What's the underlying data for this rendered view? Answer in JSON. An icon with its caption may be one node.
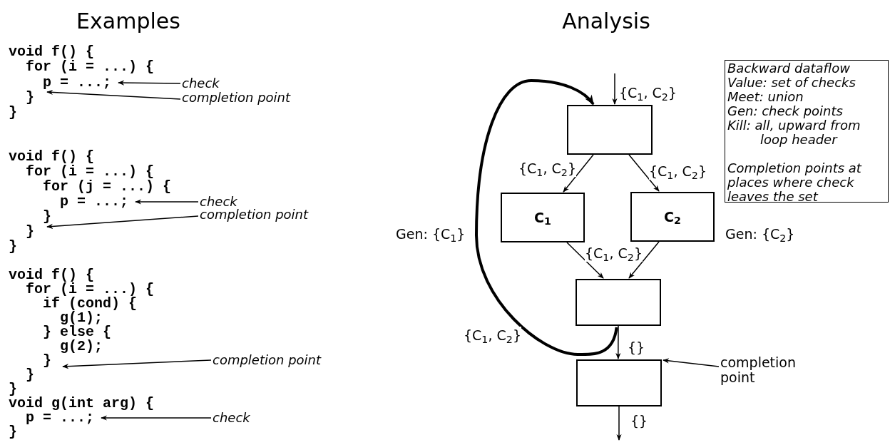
{
  "diagram": {
    "nodes": [
      {
        "text": [
          "p = ...;"
        ]
      },
      {
        "text": [
          "}"
        ]
      },
      {
        "text": [
          "check"
        ]
      },
      {
        "text": [
          "completion point"
        ]
      },
      {
        "text": [
          "p = ...;"
        ]
      },
      {
        "text": [
          "}"
        ]
      },
      {
        "text": [
          "check"
        ]
      },
      {
        "text": [
          "completion point"
        ]
      },
      {
        "text": [
          "}"
        ]
      },
      {
        "text": [
          "completion point"
        ]
      },
      {
        "text": [
          "p = ...;"
        ]
      },
      {
        "text": [
          "check"
        ]
      },
      {
        "text": [],
        "shape": "box"
      },
      {
        "text": [
          "C$_{1}$"
        ],
        "beside": [
          "Gen: {C$_{1}$}"
        ]
      },
      {
        "text": [
          "C$_{2}$"
        ],
        "beside": [
          "Gen: {C$_{2}$}"
        ]
      },
      {
        "text": [],
        "shape": "box"
      },
      {
        "text": [],
        "shape": "box"
      },
      {
        "text": [
          "completion point"
        ]
      },
      {
        "text": [
          "Backward dataflow",
          "Value: set of checks",
          "Meet: union",
          "Gen: check points",
          "Kill: all, upward from loop header",
          "Completion points at places where check leaves the set"
        ]
      }
    ],
    "edges": [
      {
        "from": 2,
        "to": 0,
        "arrow": "to"
      },
      {
        "from": 3,
        "to": 1,
        "arrow": "to"
      },
      {
        "from": 6,
        "to": 4,
        "arrow": "to"
      },
      {
        "from": 7,
        "to": 5,
        "arrow": "to"
      },
      {
        "from": 9,
        "to": 8,
        "arrow": "to"
      },
      {
        "from": 11,
        "to": 10,
        "arrow": "to"
      },
      {
        "from": null,
        "to": 12,
        "arrow": "to",
        "label": "{C$_{1}$, C$_{2}$}"
      },
      {
        "from": 12,
        "to": 13,
        "arrow": "to",
        "label": "{C$_{1}$, C$_{2}$}"
      },
      {
        "from": 12,
        "to": 14,
        "arrow": "to",
        "label": "{C$_{1}$, C$_{2}$}"
      },
      {
        "from": 13,
        "to": 15,
        "arrow": "to",
        "label": "{C$_{1}$, C$_{2}$}"
      },
      {
        "from": 14,
        "to": 15,
        "arrow": "to"
      },
      {
        "from": 15,
        "to": 16,
        "arrow": "to",
        "label": "{}"
      },
      {
        "from": 16,
        "to": null,
        "arrow": "to",
        "label": "{}"
      },
      {
        "from": 15,
        "to": 12,
        "arrow": "to",
        "label": "{C$_{1}$, C$_{2}$}",
        "style": "thick"
      },
      {
        "from": 17,
        "to": 16,
        "arrow": "to"
      }
    ],
    "labels": [
      "Examples",
      "Analysis",
      "void f() {",
      "for (i = ...) {",
      "}",
      "void f() {",
      "for (i = ...) {",
      "for (j = ...) {",
      "}",
      "}",
      "void f() {",
      "for (i = ...) {",
      "if (cond) {",
      "g(1);",
      "} else {",
      "g(2);",
      "}",
      "}",
      "void g(int arg) {",
      "}"
    ]
  }
}
